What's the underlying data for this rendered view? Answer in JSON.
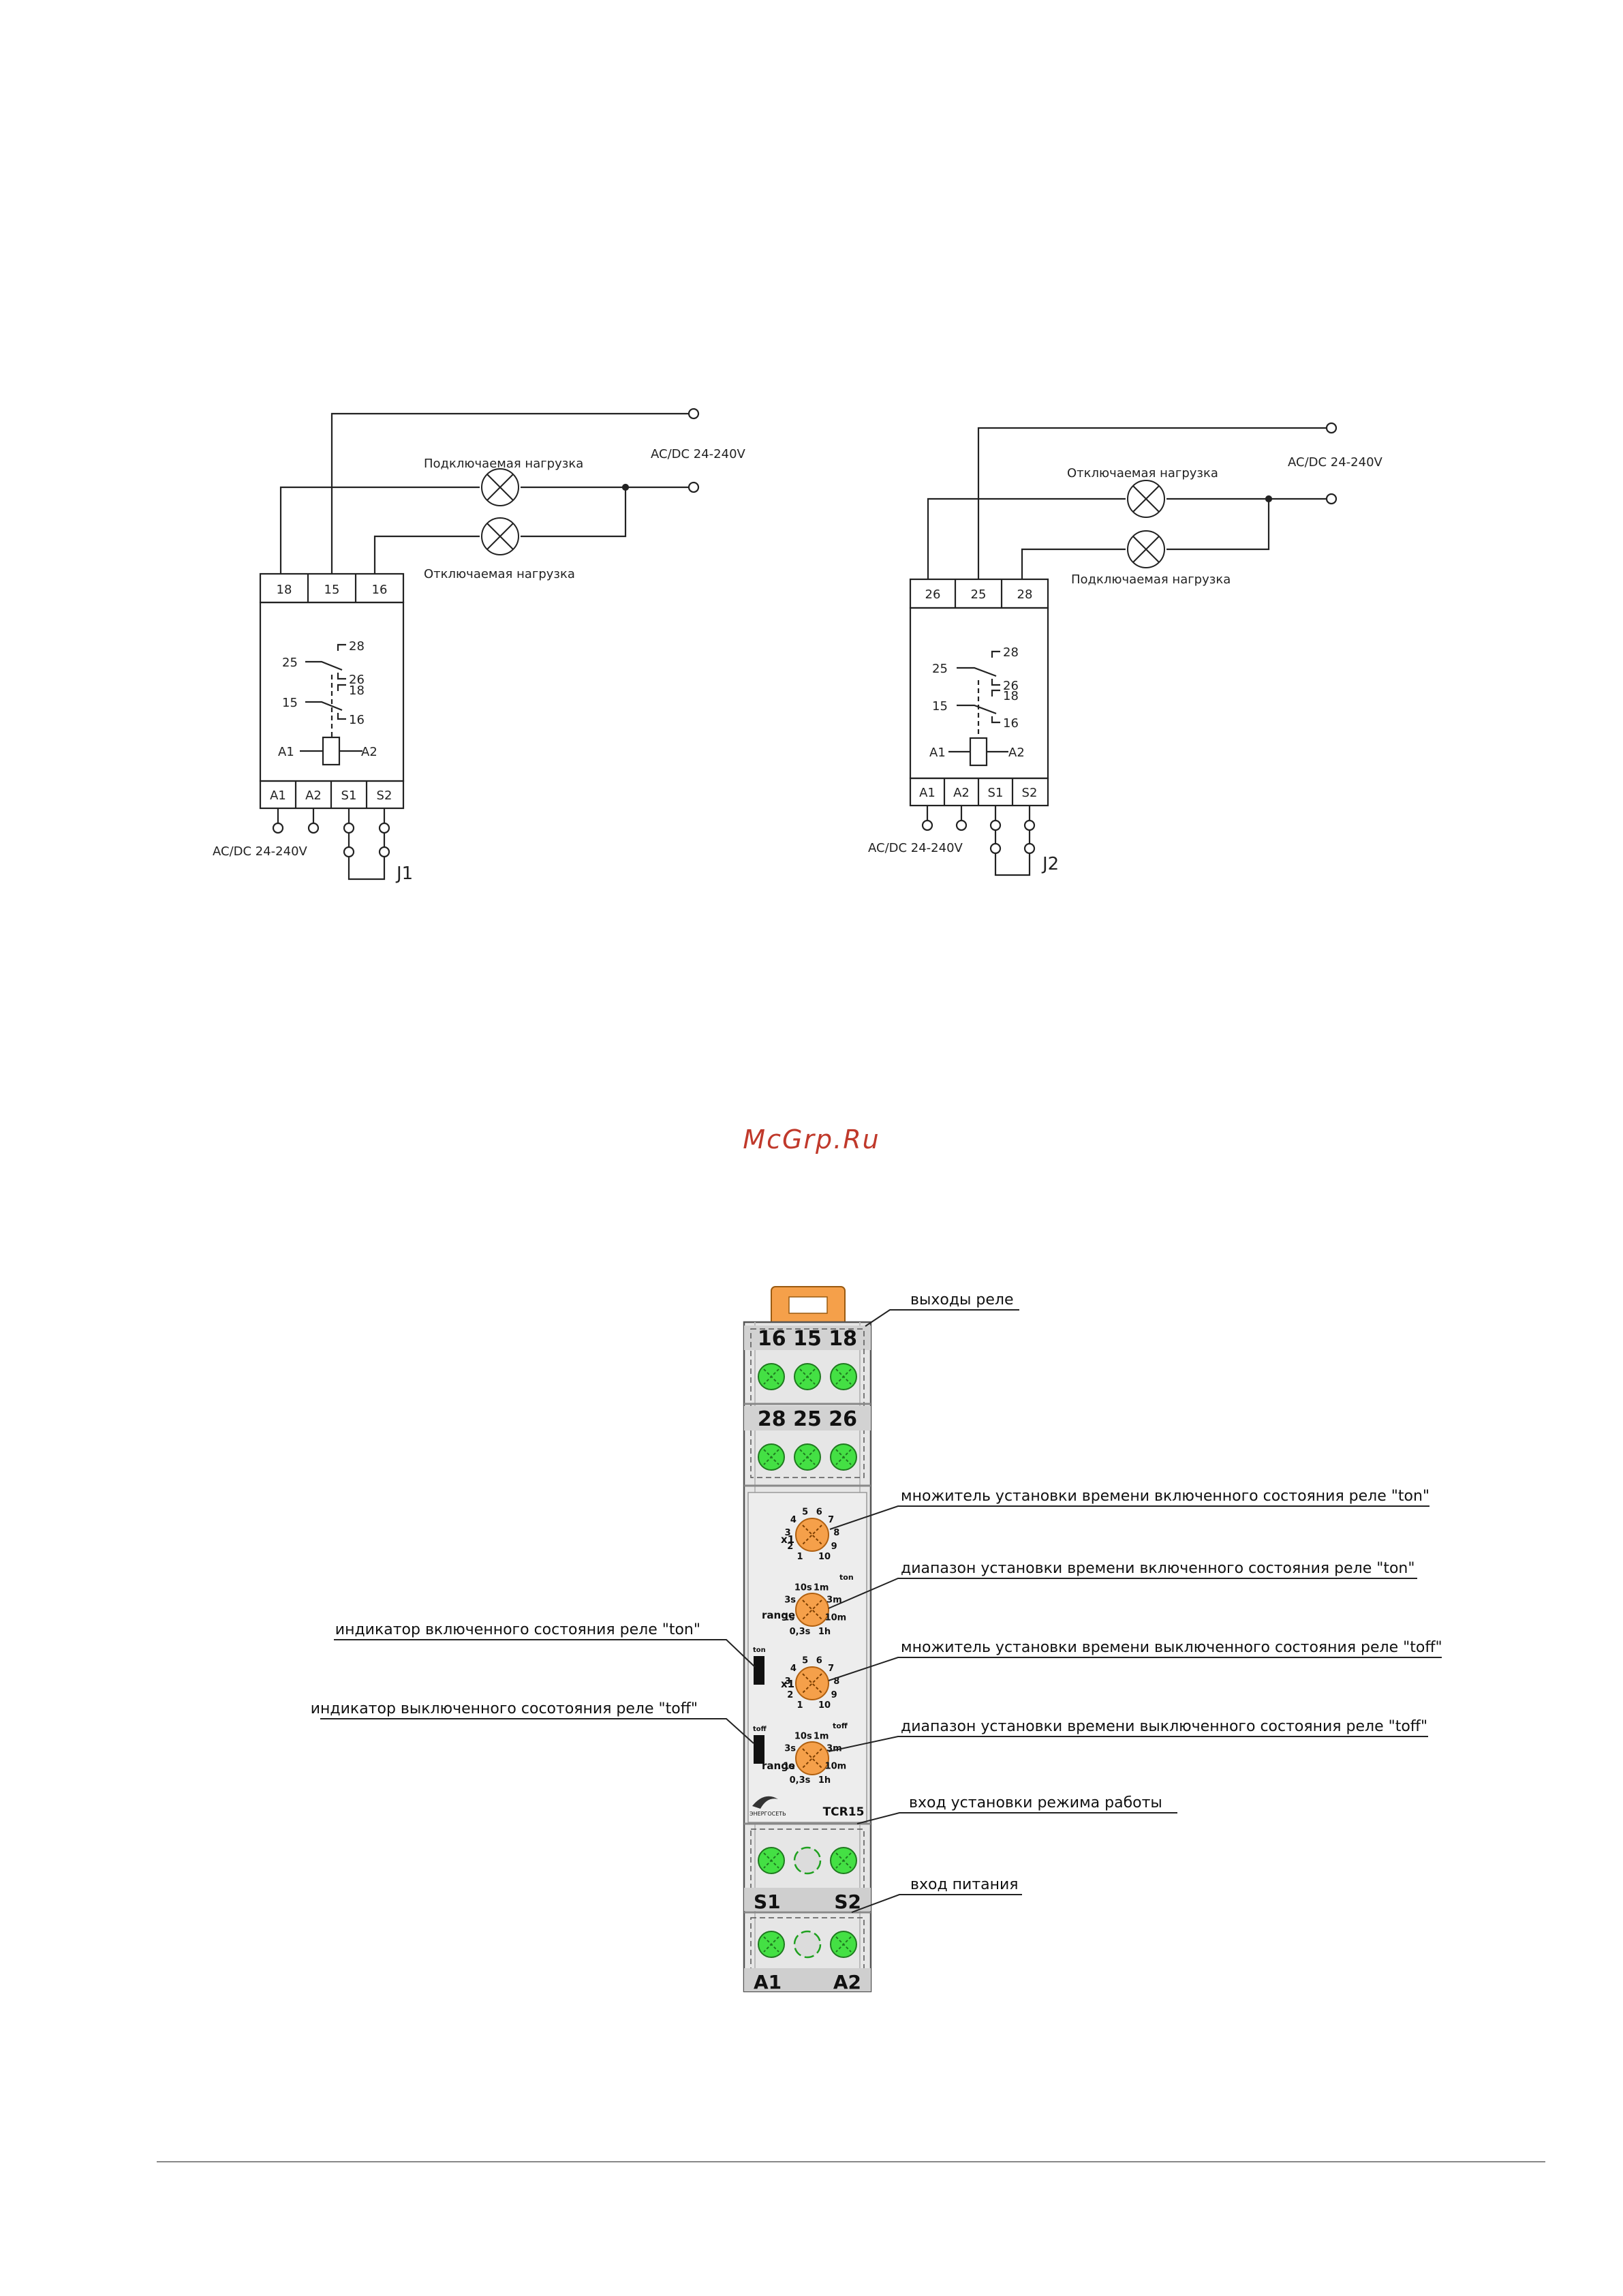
{
  "schematic1": {
    "top_terminals": [
      "18",
      "15",
      "16"
    ],
    "bottom_terminals": [
      "A1",
      "A2",
      "S1",
      "S2"
    ],
    "contact_labels": {
      "c28": "28",
      "c25": "25",
      "c26": "26",
      "c18": "18",
      "c15": "15",
      "c16": "16",
      "a1": "A1",
      "a2": "A2"
    },
    "load_top": "Подключаемая нагрузка",
    "load_bottom": "Отключаемая нагрузка",
    "supply_right": "AC/DC 24-240V",
    "supply_bottom": "AC/DC 24-240V",
    "jumper": "J1"
  },
  "schematic2": {
    "top_terminals": [
      "26",
      "25",
      "28"
    ],
    "bottom_terminals": [
      "A1",
      "A2",
      "S1",
      "S2"
    ],
    "contact_labels": {
      "c28": "28",
      "c25": "25",
      "c26": "26",
      "c18": "18",
      "c15": "15",
      "c16": "16",
      "a1": "A1",
      "a2": "A2"
    },
    "load_top": "Отключаемая нагрузка",
    "load_bottom": "Подключаемая нагрузка",
    "supply_right": "AC/DC 24-240V",
    "supply_bottom": "AC/DC 24-240V",
    "jumper": "J2"
  },
  "watermark": "McGrp.Ru",
  "device": {
    "model": "TCR15",
    "brand": "ЭНЕРГОСЕТЬ",
    "block1_terminals": "16 15 18",
    "block2_terminals": "28 25 26",
    "s_left": "S1",
    "s_right": "S2",
    "a_left": "A1",
    "a_right": "A2",
    "dial_x1_a": "x1",
    "dial_range_a": "range",
    "dial_x1_b": "x1",
    "dial_range_b": "range",
    "ton_label": "ton",
    "toff_label": "toff",
    "multiplier_scale": [
      "1",
      "2",
      "3",
      "4",
      "5",
      "6",
      "7",
      "8",
      "9",
      "10"
    ],
    "range_scale": [
      "0,3s",
      "1s",
      "3s",
      "10s",
      "1m",
      "3m",
      "10m",
      "1h"
    ]
  },
  "callouts": {
    "relay_outputs": "выходы реле",
    "ton_multiplier": "множитель установки времени включенного состояния реле \"ton\"",
    "ton_range": "диапазон установки времени включенного состояния реле \"ton\"",
    "toff_multiplier": "множитель установки времени выключенного состояния реле \"toff\"",
    "toff_range": "диапазон установки времени выключенного состояния реле \"toff\"",
    "mode_input": "вход установки режима работы",
    "power_input": "вход питания",
    "ton_indicator": "индикатор включенного состояния реле \"ton\"",
    "toff_indicator": "индикатор выключенного сосотояния реле \"toff\""
  },
  "colors": {
    "dial": "#f5a04a",
    "terminal": "#44e044",
    "housing": "#e6e6e6",
    "tab": "#f5a04a",
    "watermark": "#c0392b"
  }
}
